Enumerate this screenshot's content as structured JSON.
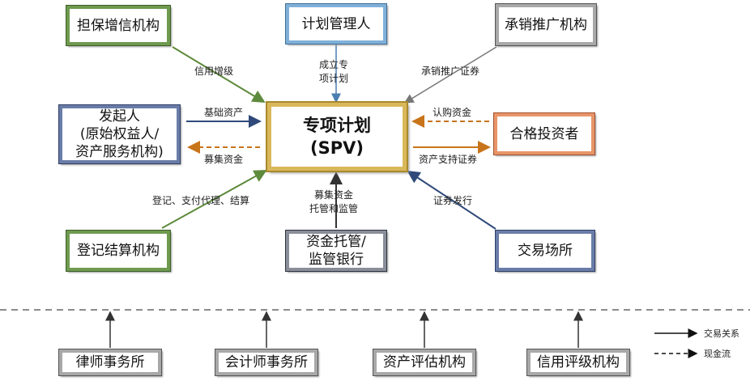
{
  "center": {
    "line1": "专项计划",
    "line2": "(SPV)"
  },
  "nodes": {
    "guarantor": "担保增信机构",
    "plan_manager": "计划管理人",
    "underwriter": "承销推广机构",
    "originator": {
      "line1": "发起人",
      "line2": "(原始权益人/",
      "line3": "资产服务机构)"
    },
    "investors": "合格投资者",
    "registrar": "登记结算机构",
    "custodian": {
      "line1": "资金托管/",
      "line2": "监管银行"
    },
    "exchange": "交易场所",
    "law_firm": "律师事务所",
    "accounting_firm": "会计师事务所",
    "appraisal": "资产评估机构",
    "rating": "信用评级机构"
  },
  "edges": {
    "credit_enhancement": "信用增级",
    "establish_line1": "成立专",
    "establish_line2": "项计划",
    "underwrite_securities": "承销推广证券",
    "underlying_assets": "基础资产",
    "raised_funds_left": "募集资金",
    "subscription_funds": "认购资金",
    "abs_securities": "资产支持证券",
    "registration": "登记、支付代理、结算",
    "custody_line1": "募集资金",
    "custody_line2": "托管和监管",
    "issuance": "证券发行"
  },
  "legend": {
    "trade": "交易关系",
    "cash": "现金流"
  },
  "colors": {
    "arrow_green": "#5e8a3c",
    "arrow_blue": "#4a7eb0",
    "arrow_grey": "#777777",
    "arrow_navy": "#2f4a7a",
    "arrow_orange": "#c8741a",
    "arrow_black": "#222222"
  }
}
